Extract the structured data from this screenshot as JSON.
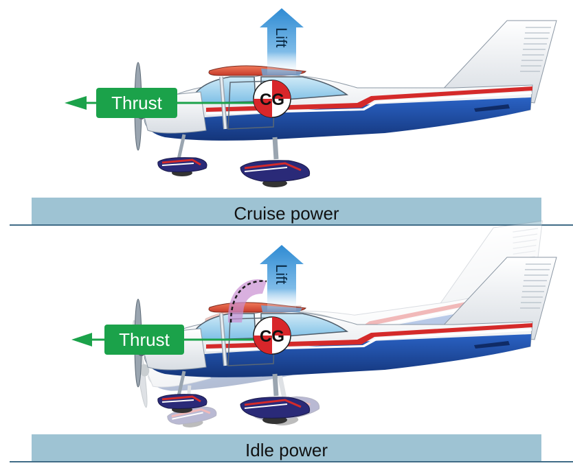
{
  "panels": [
    {
      "id": "cruise",
      "caption": "Cruise power",
      "thrust_label": "Thrust",
      "lift_label": "Lift",
      "cg_label": "CG"
    },
    {
      "id": "idle",
      "caption": "Idle power",
      "thrust_label": "Thrust",
      "lift_label": "Lift",
      "cg_label": "CG"
    }
  ],
  "colors": {
    "ground": "#9ec3d3",
    "ground_line": "#3f6b86",
    "thrust": "#1ba24a",
    "lift": "#3d95d6",
    "fuselage_blue": "#1b4fa8",
    "stripe_red": "#d42a2a",
    "cg_red": "#d8262a",
    "pitch_arc": "#c98fd2"
  },
  "icons": [
    "airplane-illustration",
    "thrust-arrow",
    "lift-arrow",
    "cg-symbol",
    "pitch-down-arrow"
  ]
}
